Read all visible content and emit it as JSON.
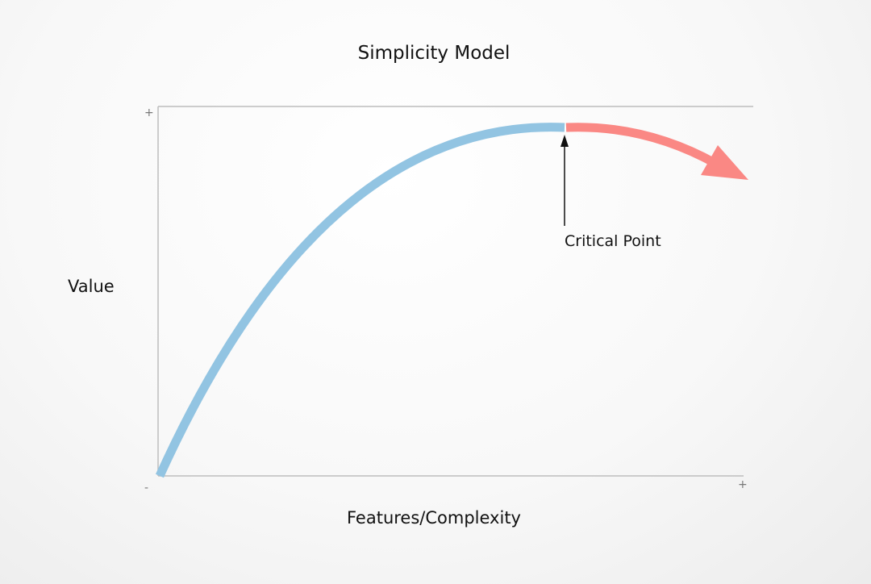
{
  "title": "Simplicity Model",
  "y_axis": {
    "label": "Value",
    "top_tick": "+"
  },
  "x_axis": {
    "label": "Features/Complexity",
    "left_tick": "-",
    "right_tick": "+"
  },
  "annotation": {
    "label": "Critical Point"
  },
  "colors": {
    "rising_curve": "#92c4e2",
    "falling_curve": "#fa8884",
    "axis": "#bdbdbd",
    "pointer_arrow": "#111111"
  }
}
